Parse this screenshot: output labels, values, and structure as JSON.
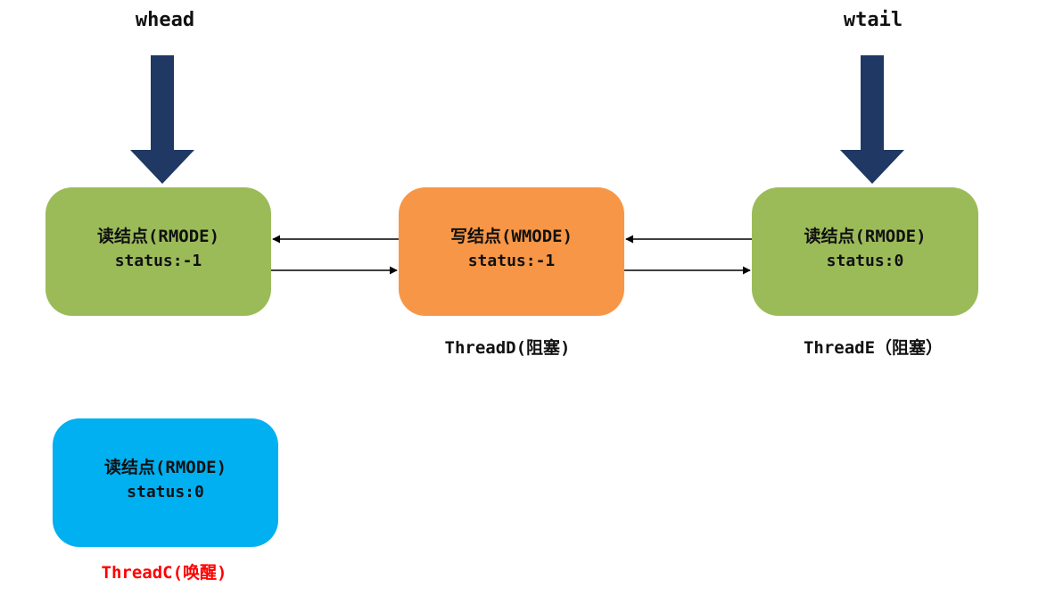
{
  "pointers": {
    "head_label": "whead",
    "tail_label": "wtail"
  },
  "nodes": [
    {
      "title": "读结点(RMODE)",
      "status": "status:-1",
      "color": "#9bbb59"
    },
    {
      "title": "写结点(WMODE)",
      "status": "status:-1",
      "color": "#f79646"
    },
    {
      "title": "读结点(RMODE)",
      "status": "status:0",
      "color": "#9bbb59"
    },
    {
      "title": "读结点(RMODE)",
      "status": "status:0",
      "color": "#00b0f0"
    }
  ],
  "threads": {
    "thread_d": "ThreadD(阻塞)",
    "thread_e": "ThreadE（阻塞）",
    "thread_c": "ThreadC(唤醒)"
  },
  "colors": {
    "pointer_arrow": "#1f3864",
    "link_arrow": "#000000",
    "awakened_label": "#ff0000"
  }
}
